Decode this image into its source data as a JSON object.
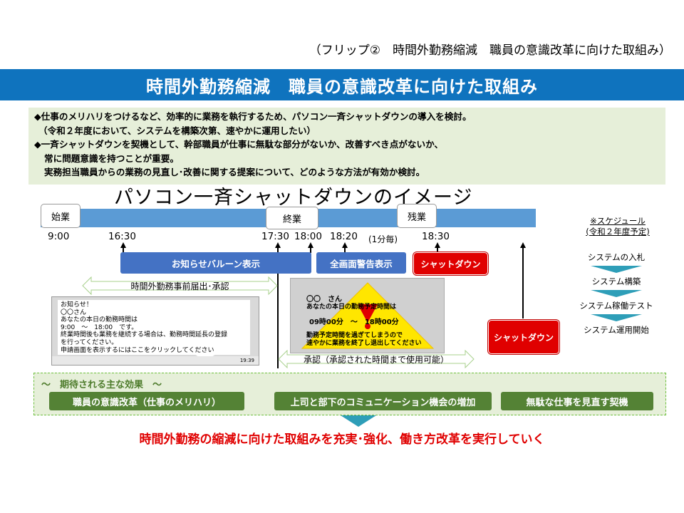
{
  "flip_caption": "（フリップ②　時間外勤務縮減　職員の意識改革に向けた取組み）",
  "main_title": "時間外勤務縮減　職員の意識改革に向けた取組み",
  "bullets": [
    "◆仕事のメリハリをつけるなど、効率的に業務を執行するため、パソコン一斉シャットダウンの導入を検討。",
    "（令和２年度において、システムを構築次第、速やかに運用したい）",
    "◆一斉シャットダウンを契機として、幹部職員が仕事に無駄な部分がないか、改善すべき点がないか、",
    "常に問題意識を持つことが重要。",
    "実務担当職員からの業務の見直し･改善に関する提案について、どのような方法が有効か検討。"
  ],
  "image_title": "パソコン一斉シャットダウンのイメージ",
  "timeline": {
    "tags": {
      "start": "始業",
      "end": "終業",
      "overtime": "残業"
    },
    "times": {
      "t0900": "9:00",
      "t1630": "16:30",
      "t1730": "17:30",
      "t1800": "18:00",
      "t1820": "18:20",
      "every_minute": "(1分毎)",
      "t1830": "18:30"
    },
    "boxes": {
      "balloon": "お知らせバルーン表示",
      "fullscreen": "全画面警告表示",
      "shutdown1": "シャットダウン",
      "shutdown2": "シャットダウン"
    },
    "arrow_pre_approval": "時間外勤務事前届出･承認",
    "arrow_approval": "承認（承認された時間まで使用可能）"
  },
  "popup": {
    "lines": [
      "お知らせ！",
      "〇〇さん",
      "あなたの本日の勤務時間は",
      "9:00　～　18:00　です。",
      "終業時間後も業務を継続する場合は、勤務時間延長の登録",
      "を行ってください。",
      "申請画面を表示するにはここをクリックしてください"
    ],
    "taskbar_clock": "19:39"
  },
  "warning": {
    "name": "〇〇　さん",
    "line1": "あなたの本日の勤務予定時間は",
    "times": "09時00分　～　18時00分",
    "line2": "勤務予定時間を過ぎてしまうので",
    "line3": "速やかに業務を終了し退出してください"
  },
  "schedule": {
    "title_line1": "※スケジュール",
    "title_line2": "(令和２年度予定)",
    "items": [
      "システムの入札",
      "システム構築",
      "システム稼働テスト",
      "システム運用開始"
    ]
  },
  "effects": {
    "heading": "～　期待される主な効果　～",
    "items": [
      "職員の意識改革（仕事のメリハリ）",
      "上司と部下のコミュニケーション機会の増加",
      "無駄な仕事を見直す契機"
    ]
  },
  "conclusion": "時間外勤務の縮減に向けた取組みを充実･強化、働き方改革を実行していく",
  "colors": {
    "title_bar": "#0f73be",
    "bullet_bg": "#e6efd9",
    "timeline_bar": "#5b9bd5",
    "blue_box": "#4472c4",
    "red_box": "#e00000",
    "green_pill": "#548235",
    "chevron": "#2e9eb8",
    "conclusion_text": "#e00000"
  }
}
